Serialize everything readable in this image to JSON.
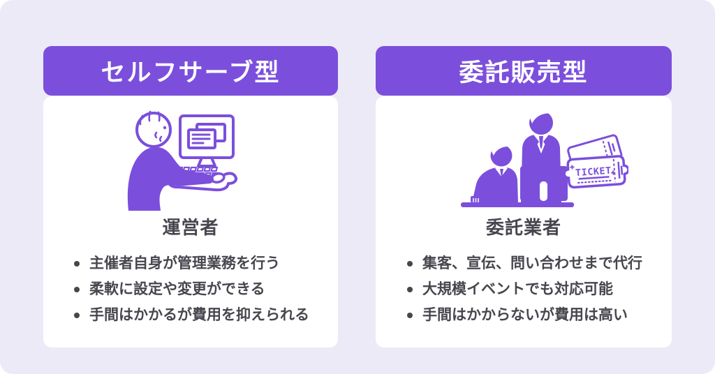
{
  "page": {
    "background_color": "#FFFFFF",
    "panel_color": "#EDEAF7",
    "accent_color": "#7B4FDC",
    "text_color": "#46464E",
    "card_color": "#FFFFFF"
  },
  "cards": [
    {
      "title": "セルフサーブ型",
      "illustration": "person-operating-computer",
      "subtitle": "運営者",
      "bullets": [
        "主催者自身が管理業務を行う",
        "柔軟に設定や変更ができる",
        "手間はかかるが費用を抑えられる"
      ]
    },
    {
      "title": "委託販売型",
      "illustration": "agency-staff-with-tickets",
      "subtitle": "委託業者",
      "ticket_label": "TICKET",
      "bullets": [
        "集客、宣伝、問い合わせまで代行",
        "大規模イベントでも対応可能",
        "手間はかからないが費用は高い"
      ]
    }
  ]
}
